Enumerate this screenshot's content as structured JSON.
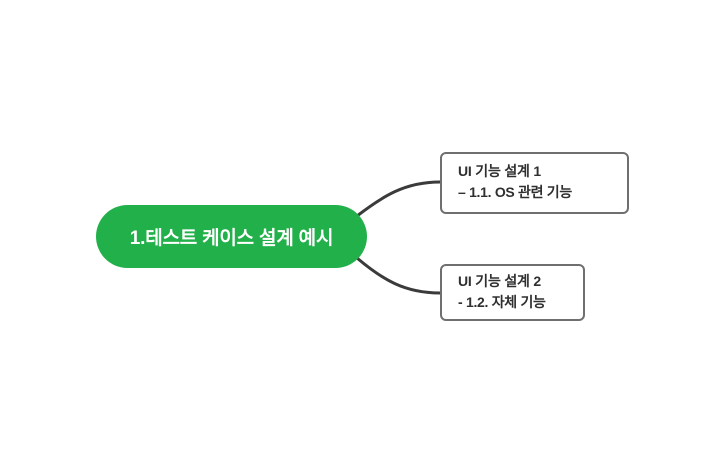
{
  "diagram": {
    "type": "mind-map",
    "background_color": "#ffffff",
    "root": {
      "label": "1.테스트 케이스 설계 예시",
      "fill_color": "#22b04a",
      "text_color": "#ffffff"
    },
    "branches": [
      {
        "id": "branch-1",
        "title": "UI 기능 설계  1",
        "detail": "– 1.1. OS 관련 기능",
        "border_color": "#6f6f6f",
        "fill_color": "#ffffff",
        "text_color": "#2f2f2f"
      },
      {
        "id": "branch-2",
        "title": "UI 기능 설계  2",
        "detail": "- 1.2. 자체 기능",
        "border_color": "#6f6f6f",
        "fill_color": "#ffffff",
        "text_color": "#2f2f2f"
      }
    ],
    "connectors": {
      "color": "#3b3b3b",
      "width": 3,
      "style": "curved"
    }
  }
}
